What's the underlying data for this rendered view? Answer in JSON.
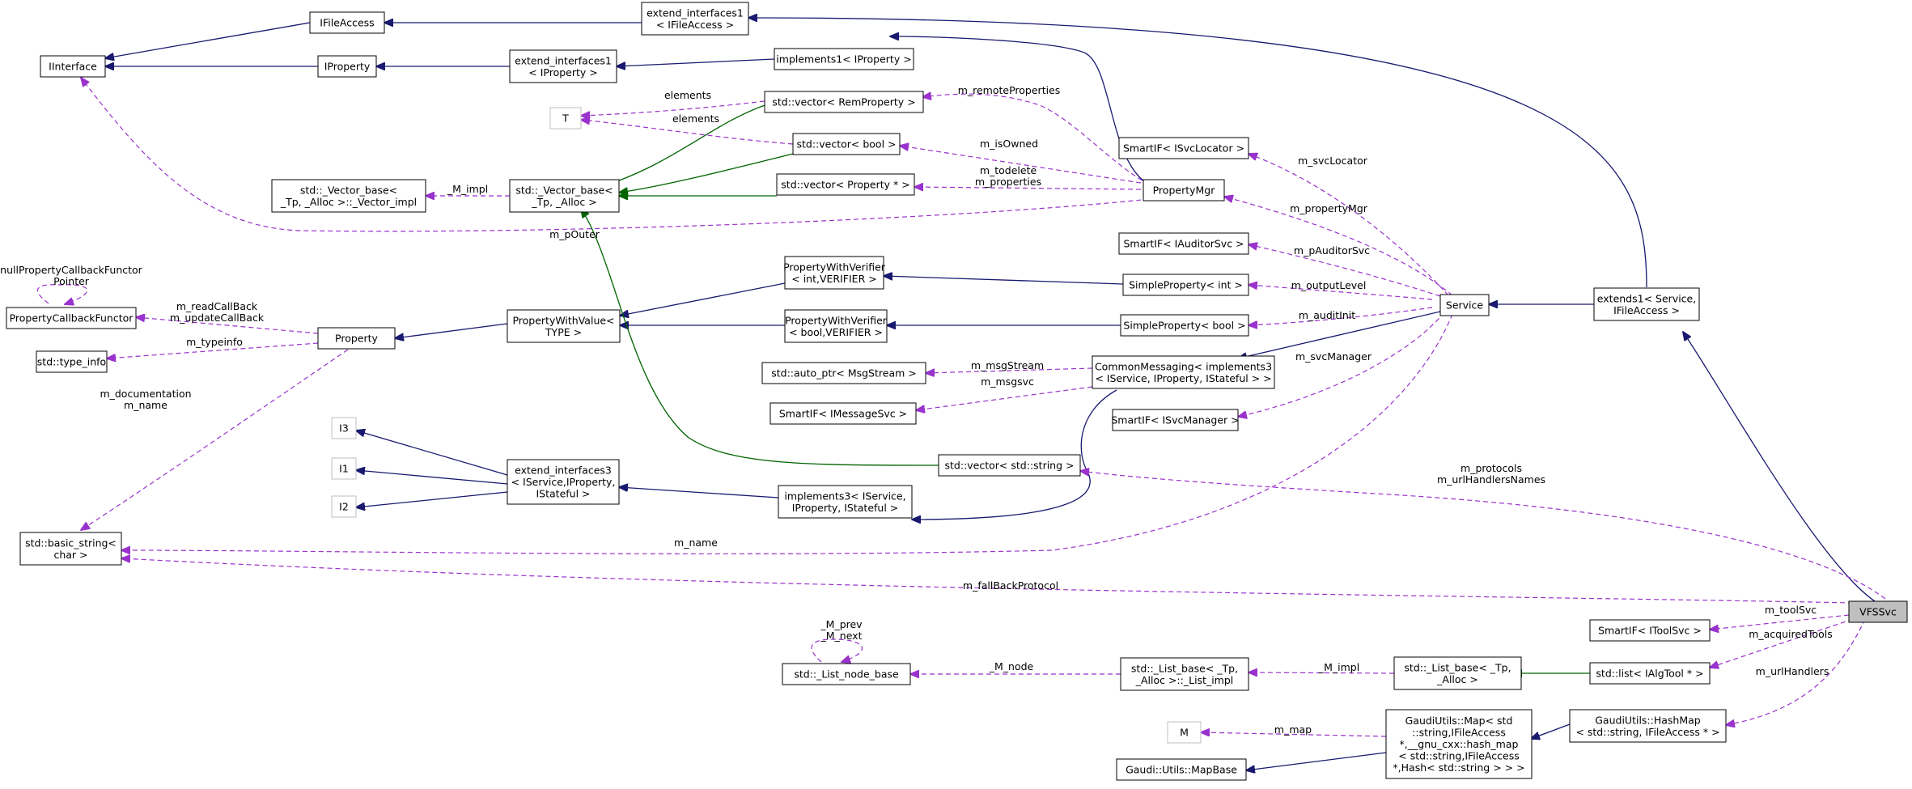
{
  "colors": {
    "inheritance": "#191970",
    "usage": "#9a32cd",
    "template": "#006400",
    "node_border": "#000000",
    "node_border_undocumented": "#bfbfbf",
    "node_fill": "#ffffff",
    "node_fill_focus": "#bfbfbf"
  },
  "nodes": {
    "IFileAccess": [
      "IFileAccess"
    ],
    "extend_interfaces1_IFileAccess": [
      "extend_interfaces1",
      "< IFileAccess >"
    ],
    "IInterface": [
      "IInterface"
    ],
    "IProperty": [
      "IProperty"
    ],
    "extend_interfaces1_IProperty": [
      "extend_interfaces1",
      "< IProperty >"
    ],
    "implements1_IProperty": [
      "implements1< IProperty >"
    ],
    "T": [
      "T"
    ],
    "vector_RemProperty": [
      "std::vector< RemProperty >"
    ],
    "vector_bool": [
      "std::vector< bool >"
    ],
    "Vector_impl": [
      "std::_Vector_base<",
      "_Tp, _Alloc >::_Vector_impl"
    ],
    "Vector_base": [
      "std::_Vector_base<",
      "_Tp, _Alloc >"
    ],
    "vector_Property_ptr": [
      "std::vector< Property * >"
    ],
    "PropertyMgr": [
      "PropertyMgr"
    ],
    "SmartIF_ISvcLocator": [
      "SmartIF< ISvcLocator >"
    ],
    "SmartIF_IAuditorSvc": [
      "SmartIF< IAuditorSvc >"
    ],
    "PropertyCallbackFunctor": [
      "PropertyCallbackFunctor"
    ],
    "type_info": [
      "std::type_info"
    ],
    "Property": [
      "Property"
    ],
    "PropertyWithValue": [
      "PropertyWithValue<",
      "TYPE >"
    ],
    "PropertyWithVerifier_int": [
      "PropertyWithVerifier",
      "< int,VERIFIER >"
    ],
    "PropertyWithVerifier_bool": [
      "PropertyWithVerifier",
      "< bool,VERIFIER >"
    ],
    "SimpleProperty_int": [
      "SimpleProperty< int >"
    ],
    "SimpleProperty_bool": [
      "SimpleProperty< bool >"
    ],
    "Service": [
      "Service"
    ],
    "extends1_Service": [
      "extends1< Service,",
      "IFileAccess >"
    ],
    "auto_ptr_MsgStream": [
      "std::auto_ptr< MsgStream >"
    ],
    "SmartIF_IMessageSvc": [
      "SmartIF< IMessageSvc >"
    ],
    "CommonMessaging": [
      "CommonMessaging< implements3",
      "< IService, IProperty, IStateful > >"
    ],
    "SmartIF_ISvcManager": [
      "SmartIF< ISvcManager >"
    ],
    "I3": [
      "I3"
    ],
    "I1": [
      "I1"
    ],
    "I2": [
      "I2"
    ],
    "extend_interfaces3": [
      "extend_interfaces3",
      "< IService,IProperty,",
      "IStateful >"
    ],
    "vector_string": [
      "std::vector< std::string >"
    ],
    "implements3": [
      "implements3< IService,",
      "IProperty, IStateful >"
    ],
    "basic_string": [
      "std::basic_string<",
      "char >"
    ],
    "VFSSvc": [
      "VFSSvc"
    ],
    "SmartIF_IToolSvc": [
      "SmartIF< IToolSvc >"
    ],
    "List_node_base": [
      "std::_List_node_base"
    ],
    "List_impl": [
      "std::_List_base< _Tp,",
      "_Alloc >::_List_impl"
    ],
    "List_base": [
      "std::_List_base< _Tp,",
      "_Alloc >"
    ],
    "list_IAlgTool": [
      "std::list< IAlgTool * >"
    ],
    "HashMap": [
      "GaudiUtils::HashMap",
      "< std::string, IFileAccess * >"
    ],
    "M": [
      "M"
    ],
    "GaudiUtils_Map": [
      "GaudiUtils::Map< std",
      "::string,IFileAccess",
      "*,__gnu_cxx::hash_map",
      "< std::string,IFileAccess",
      "*,Hash< std::string > > >"
    ],
    "MapBase": [
      "Gaudi::Utils::MapBase"
    ]
  },
  "edge_labels": {
    "elements_1": [
      "elements"
    ],
    "elements_2": [
      "elements"
    ],
    "m_remoteProperties": [
      "m_remoteProperties"
    ],
    "m_isOwned": [
      "m_isOwned"
    ],
    "M_impl_vector": [
      "_M_impl"
    ],
    "m_todelete": [
      "m_todelete",
      "m_properties"
    ],
    "m_pOuter": [
      "m_pOuter"
    ],
    "m_svcLocator": [
      "m_svcLocator"
    ],
    "m_propertyMgr": [
      "m_propertyMgr"
    ],
    "m_pAuditorSvc": [
      "m_pAuditorSvc"
    ],
    "m_outputLevel": [
      "m_outputLevel"
    ],
    "m_auditInit": [
      "m_auditInit"
    ],
    "m_svcManager": [
      "m_svcManager"
    ],
    "m_msgStream": [
      "m_msgStream"
    ],
    "m_msgsvc": [
      "m_msgsvc"
    ],
    "nullPropertyCallbackFunctor": [
      "nullPropertyCallbackFunctor",
      "Pointer"
    ],
    "m_readCallBack": [
      "m_readCallBack",
      "m_updateCallBack"
    ],
    "m_typeinfo": [
      "m_typeinfo"
    ],
    "m_documentation": [
      "m_documentation",
      "m_name"
    ],
    "m_protocols": [
      "m_protocols",
      "m_urlHandlersNames"
    ],
    "m_name_service": [
      "m_name"
    ],
    "m_fallBackProtocol": [
      "m_fallBackProtocol"
    ],
    "m_toolSvc": [
      "m_toolSvc"
    ],
    "m_acquiredTools": [
      "m_acquiredTools"
    ],
    "m_urlHandlers": [
      "m_urlHandlers"
    ],
    "M_prev": [
      "_M_prev",
      "_M_next"
    ],
    "M_node": [
      "_M_node"
    ],
    "M_impl_list": [
      "_M_impl"
    ],
    "m_map": [
      "m_map"
    ]
  }
}
